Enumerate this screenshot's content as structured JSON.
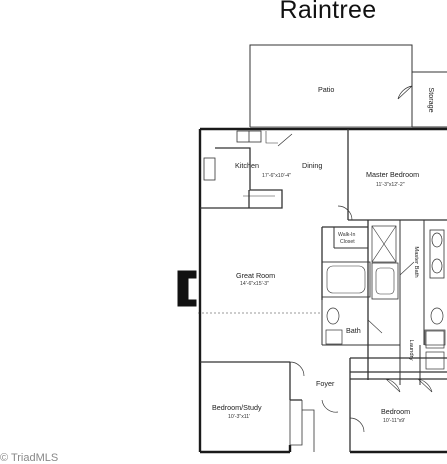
{
  "title": "Raintree",
  "watermark": "© TriadMLS",
  "rooms": {
    "patio": {
      "name": "Patio"
    },
    "storage": {
      "name": "Storage"
    },
    "kitchen": {
      "name": "Kitchen",
      "dimensions": "17'-6\"x10'-4\""
    },
    "dining": {
      "name": "Dining"
    },
    "master_bedroom": {
      "name": "Master Bedroom",
      "dimensions": "11'-3\"x12'-2\""
    },
    "walk_in_closet": {
      "name_line1": "Walk-In",
      "name_line2": "Closet"
    },
    "master_bath": {
      "name": "Master Bath"
    },
    "great_room": {
      "name": "Great Room",
      "dimensions": "14'-6\"x15'-3\""
    },
    "bath": {
      "name": "Bath"
    },
    "laundry": {
      "name": "Laundry"
    },
    "foyer": {
      "name": "Foyer"
    },
    "bedroom_study": {
      "name": "Bedroom/Study",
      "dimensions": "10'-3\"x11'"
    },
    "bedroom": {
      "name": "Bedroom",
      "dimensions": "10'-11\"x9'"
    }
  },
  "colors": {
    "wall": "#1a1a1a",
    "line": "#333333",
    "fireplace": "#111111",
    "background": "#ffffff"
  }
}
